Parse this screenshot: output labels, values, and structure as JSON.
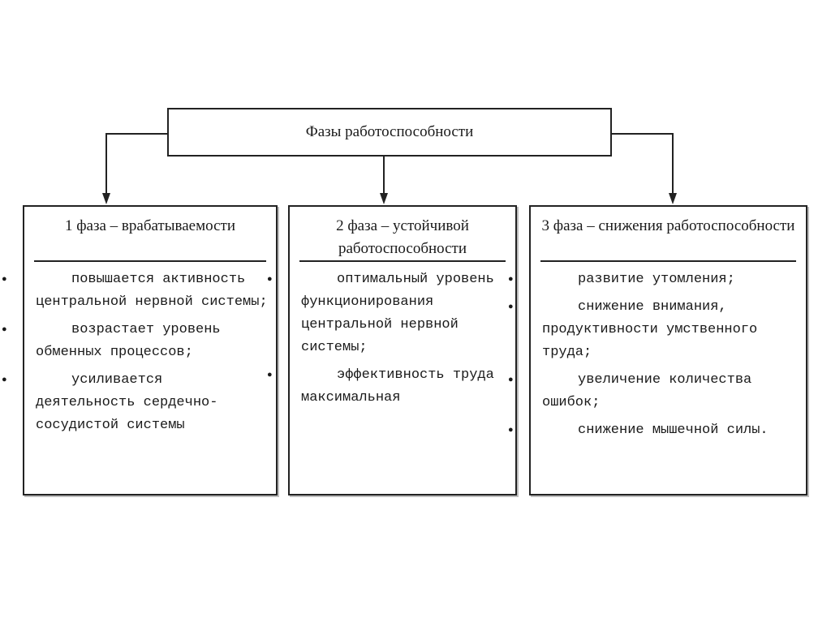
{
  "root": {
    "title": "Фазы работоспособности"
  },
  "phases": [
    {
      "title": "1 фаза – врабатываемости",
      "items": [
        "повышается активность центральной нервной системы;",
        "возрастает уровень обменных процессов;",
        "усиливается деятельность сердечно-сосудистой системы"
      ]
    },
    {
      "title": "2 фаза – устойчивой работоспособности",
      "items": [
        "оптимальный уровень функционирования центральной нервной системы;",
        "эффективность труда максимальная"
      ]
    },
    {
      "title": "3 фаза – снижения работоспособности",
      "items": [
        "развитие утомления;",
        "снижение внимания, продуктивности умственного труда;",
        "увеличение количества ошибок;",
        "снижение мышечной силы."
      ]
    }
  ]
}
